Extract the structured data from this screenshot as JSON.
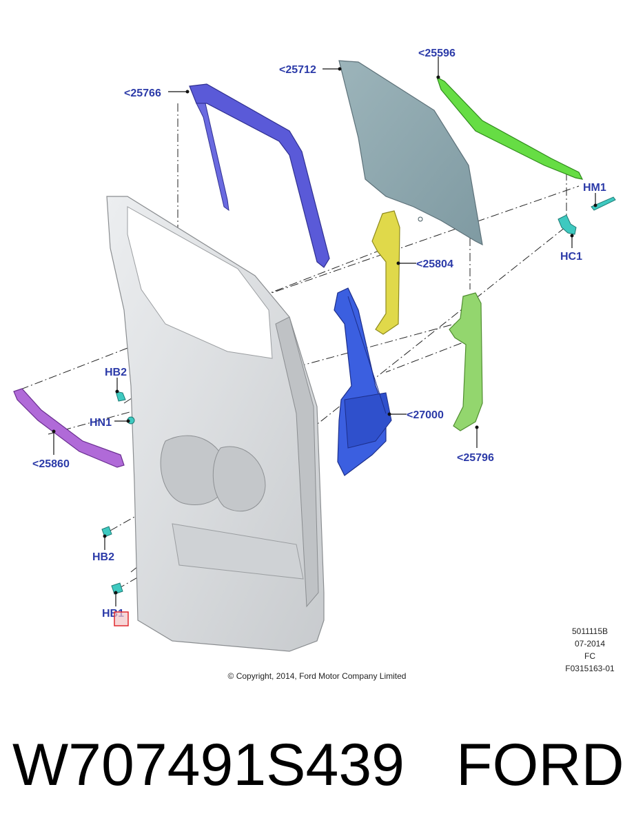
{
  "callouts": {
    "c25766": "<25766",
    "c25712": "<25712",
    "c25596": "<25596",
    "hm1": "HM1",
    "hc1": "HC1",
    "c25804": "<25804",
    "c27000": "<27000",
    "c25796": "<25796",
    "c25860": "<25860",
    "hb2_top": "HB2",
    "hn1": "HN1",
    "hb2_bottom": "HB2",
    "hb1": "HB1"
  },
  "reference_block": {
    "line1": "5011115B",
    "line2": "07-2014",
    "line3": "FC",
    "line4": "F0315163-01"
  },
  "copyright": "© Copyright, 2014, Ford Motor Company Limited",
  "caption": {
    "part_number": "W707491S439",
    "brand": "FORD"
  },
  "colors": {
    "callout_text": "#2b3aa8",
    "channel_blue": "#5a5ad8",
    "glass": "#8fa9b0",
    "run_green": "#66dd44",
    "bracket_yellow": "#e0d94a",
    "guide_green": "#93d66e",
    "regulator_blue": "#3b5fe0",
    "seal_purple": "#b06ad8",
    "clip_teal": "#3ec9c0",
    "door_gray": "#d8dadd",
    "highlight_red": "#e0282d"
  }
}
